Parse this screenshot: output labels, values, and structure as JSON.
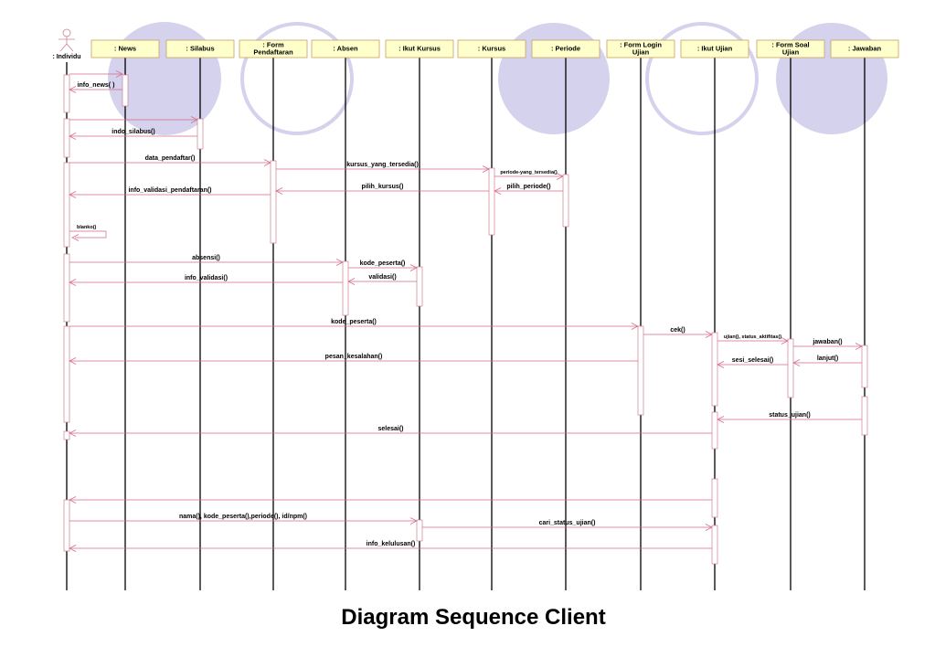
{
  "title": "Diagram Sequence Client",
  "actor": {
    "name": ": Individu"
  },
  "objects": [
    {
      "id": "news",
      "lines": [
        ": News"
      ]
    },
    {
      "id": "silabus",
      "lines": [
        ": Silabus"
      ]
    },
    {
      "id": "form-pendaftaran",
      "lines": [
        ": Form",
        "Pendaftaran"
      ]
    },
    {
      "id": "absen",
      "lines": [
        ": Absen"
      ]
    },
    {
      "id": "ikut-kursus",
      "lines": [
        ": Ikut Kursus"
      ]
    },
    {
      "id": "kursus",
      "lines": [
        ": Kursus"
      ]
    },
    {
      "id": "periode",
      "lines": [
        ": Periode"
      ]
    },
    {
      "id": "form-login-ujian",
      "lines": [
        ": Form Login",
        "Ujian"
      ]
    },
    {
      "id": "ikut-ujian",
      "lines": [
        ": Ikut Ujian"
      ]
    },
    {
      "id": "form-soal-ujian",
      "lines": [
        ": Form Soal",
        "Ujian"
      ]
    },
    {
      "id": "jawaban",
      "lines": [
        ": Jawaban"
      ]
    }
  ],
  "messages": [
    {
      "text": "",
      "from": "individu",
      "to": "news"
    },
    {
      "text": "info_news( )",
      "from": "news",
      "to": "individu"
    },
    {
      "text": "",
      "from": "individu",
      "to": "silabus"
    },
    {
      "text": "indo_silabus()",
      "from": "silabus",
      "to": "individu"
    },
    {
      "text": "data_pendaftar()",
      "from": "individu",
      "to": "form-pendaftaran"
    },
    {
      "text": "kursus_yang_tersedia()",
      "from": "form-pendaftaran",
      "to": "kursus"
    },
    {
      "text": "periode-yang_tersedia()",
      "from": "kursus",
      "to": "periode"
    },
    {
      "text": "pilih_periode()",
      "from": "periode",
      "to": "kursus"
    },
    {
      "text": "pilih_kursus()",
      "from": "kursus",
      "to": "form-pendaftaran"
    },
    {
      "text": "info_validasi_pendaftaran()",
      "from": "form-pendaftaran",
      "to": "individu"
    },
    {
      "text": "blanko()",
      "from": "individu",
      "to": "individu"
    },
    {
      "text": "absensi()",
      "from": "individu",
      "to": "absen"
    },
    {
      "text": "kode_peserta()",
      "from": "absen",
      "to": "ikut-kursus"
    },
    {
      "text": "validasi()",
      "from": "ikut-kursus",
      "to": "absen"
    },
    {
      "text": "info_validasi()",
      "from": "absen",
      "to": "individu"
    },
    {
      "text": "kode_peserta()",
      "from": "individu",
      "to": "form-login-ujian"
    },
    {
      "text": "cek()",
      "from": "form-login-ujian",
      "to": "ikut-ujian"
    },
    {
      "text": "ujian(), status_aktifitas()",
      "from": "ikut-ujian",
      "to": "form-soal-ujian"
    },
    {
      "text": "jawaban()",
      "from": "form-soal-ujian",
      "to": "jawaban"
    },
    {
      "text": "lanjut()",
      "from": "jawaban",
      "to": "form-soal-ujian"
    },
    {
      "text": "sesi_selesai()",
      "from": "form-soal-ujian",
      "to": "ikut-ujian"
    },
    {
      "text": "pesan_kesalahan()",
      "from": "form-login-ujian",
      "to": "individu"
    },
    {
      "text": "status_ujian()",
      "from": "jawaban",
      "to": "ikut-ujian"
    },
    {
      "text": "selesai()",
      "from": "ikut-ujian",
      "to": "individu"
    },
    {
      "text": "",
      "from": "ikut-ujian",
      "to": "individu"
    },
    {
      "text": "nama(), kode_peserta(),periode(), id/npm()",
      "from": "individu",
      "to": "ikut-kursus"
    },
    {
      "text": "cari_status_ujian()",
      "from": "ikut-kursus",
      "to": "ikut-ujian"
    },
    {
      "text": "info_kelulusan()",
      "from": "ikut-ujian",
      "to": "individu"
    }
  ]
}
